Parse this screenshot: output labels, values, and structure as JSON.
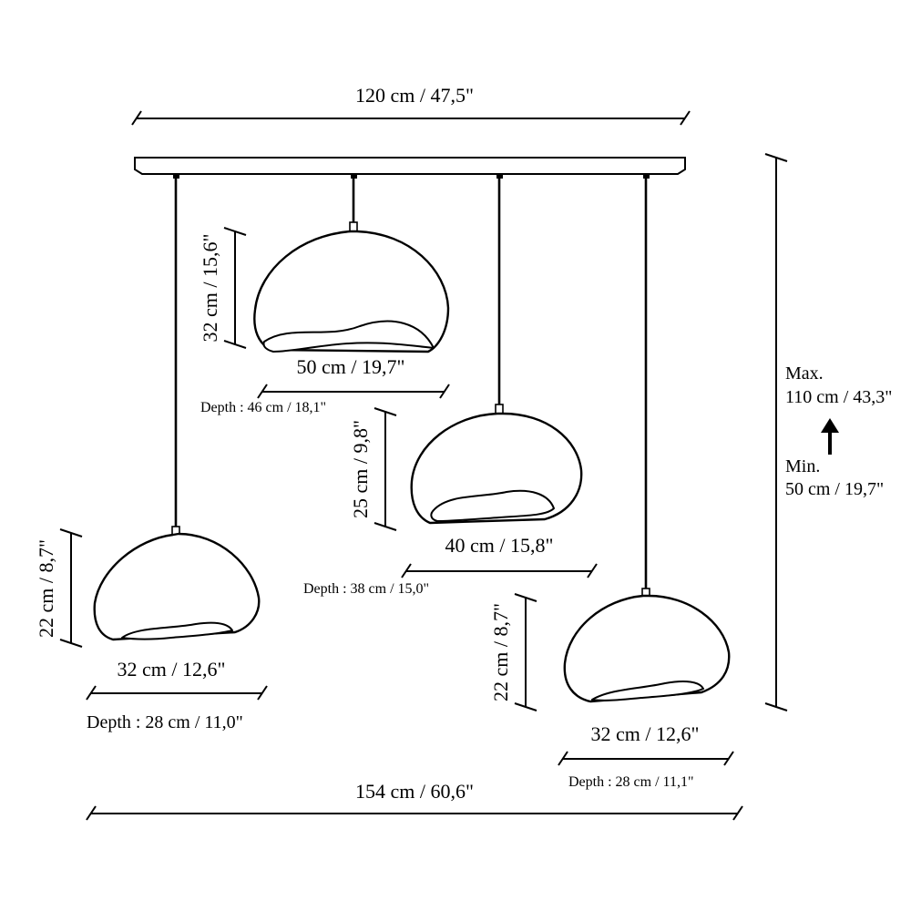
{
  "canopy": {
    "width_label": "120 cm / 47,5\""
  },
  "overall": {
    "width_label": "154 cm / 60,6\""
  },
  "height_range": {
    "max_label": "Max.",
    "max_value": "110 cm / 43,3\"",
    "min_label": "Min.",
    "min_value": "50 cm / 19,7\"",
    "arrow_icon": "up-arrow-icon"
  },
  "pendants": [
    {
      "id": "large",
      "height_label": "32 cm / 15,6\"",
      "width_label": "50 cm / 19,7\"",
      "depth_label": "Depth : 46 cm / 18,1\""
    },
    {
      "id": "medium",
      "height_label": "25 cm / 9,8\"",
      "width_label": "40 cm / 15,8\"",
      "depth_label": "Depth : 38 cm / 15,0\""
    },
    {
      "id": "small-left",
      "height_label": "22 cm / 8,7\"",
      "width_label": "32 cm / 12,6\"",
      "depth_label": "Depth : 28 cm / 11,0\""
    },
    {
      "id": "small-right",
      "height_label": "22 cm / 8,7\"",
      "width_label": "32 cm / 12,6\"",
      "depth_label": "Depth : 28 cm / 11,1\""
    }
  ]
}
